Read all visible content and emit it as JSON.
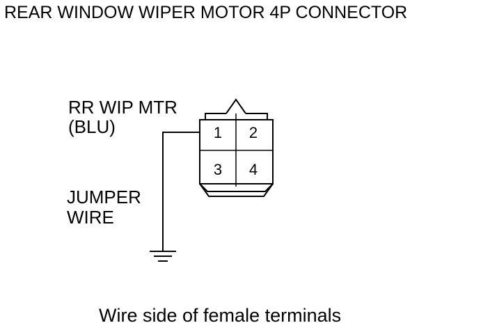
{
  "title": "REAR WINDOW WIPER MOTOR 4P CONNECTOR",
  "labels": {
    "wire_name": "RR WIP MTR",
    "wire_color": "(BLU)",
    "jumper_line1": "JUMPER",
    "jumper_line2": "WIRE"
  },
  "connector": {
    "pins": [
      "1",
      "2",
      "3",
      "4"
    ]
  },
  "caption": "Wire side of female terminals",
  "colors": {
    "ink": "#000000",
    "background": "#ffffff"
  }
}
